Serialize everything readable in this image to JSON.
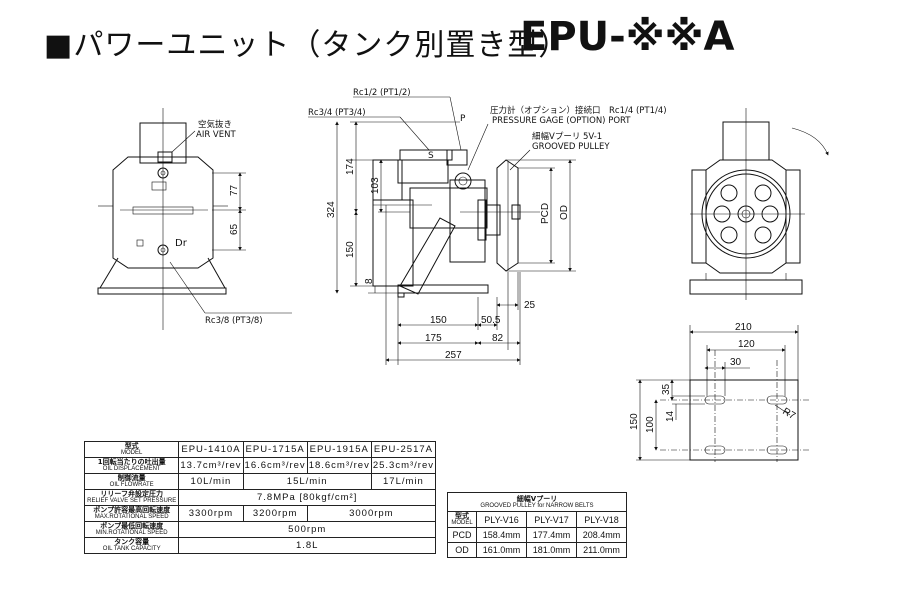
{
  "header": {
    "title": "■パワーユニット（タンク別置き型）",
    "model": "EPU-※※A"
  },
  "front_view": {
    "air_vent_jp": "空気抜き",
    "air_vent_en": "AIR VENT",
    "dr_label": "Dr",
    "drain_port": "Rc3/8 (PT3/8)",
    "dim_77": "77",
    "dim_65": "65"
  },
  "side_view": {
    "port_p": "Rc1/2 (PT1/2)",
    "port_s": "Rc3/4 (PT3/4)",
    "label_s": "S",
    "label_p": "P",
    "gauge_port_jp": "圧力計（オプション）接続口　Rc1/4 (PT1/4)",
    "gauge_port_en": "PRESSURE GAGE (OPTION) PORT",
    "pulley_jp": "細幅Vプーリ 5V-1",
    "pulley_en": "GROOVED PULLEY",
    "dim_174": "174",
    "dim_103": "103",
    "dim_324": "324",
    "dim_150v": "150",
    "dim_8": "8",
    "dim_pcd": "PCD",
    "dim_od": "OD",
    "dim_25": "25",
    "dim_150h": "150",
    "dim_50_5": "50.5",
    "dim_175": "175",
    "dim_82": "82",
    "dim_257": "257"
  },
  "base_view": {
    "dim_210": "210",
    "dim_120": "120",
    "dim_30": "30",
    "dim_35": "35",
    "dim_14": "14",
    "dim_100": "100",
    "dim_150": "150",
    "r7": "R7"
  },
  "spec_table": {
    "models_label_jp": "型式",
    "models_label_en": "MODEL",
    "models": [
      "EPU-1410A",
      "EPU-1715A",
      "EPU-1915A",
      "EPU-2517A"
    ],
    "rows": [
      {
        "jp": "1回転当たりの吐出量",
        "en": "OIL DISPLACEMENT",
        "values": [
          "13.7cm³/rev",
          "16.6cm³/rev",
          "18.6cm³/rev",
          "25.3cm³/rev"
        ]
      },
      {
        "jp": "制御流量",
        "en": "OIL FLOWRATE",
        "values": [
          "10L/min",
          "15L/min",
          "17L/min"
        ]
      },
      {
        "jp": "リリーフ弁設定圧力",
        "en": "RELIEF VALVE SET PRESSURE",
        "values": [
          "7.8MPa [80kgf/cm²]"
        ]
      },
      {
        "jp": "ポンプ許容最高回転速度",
        "en": "MAX.ROTATIONAL SPEED",
        "values": [
          "3300rpm",
          "3200rpm",
          "3000rpm"
        ]
      },
      {
        "jp": "ポンプ最低回転速度",
        "en": "MIN.ROTATIONAL SPEED",
        "values": [
          "500rpm"
        ]
      },
      {
        "jp": "タンク容量",
        "en": "OIL TANK CAPACITY",
        "values": [
          "1.8L"
        ]
      }
    ]
  },
  "pulley_table": {
    "title_jp": "細幅Vプーリ",
    "title_en": "GROOVED PULLEY for NARROW BELTS",
    "model_jp": "型式",
    "model_en": "MODEL",
    "models": [
      "PLY-V16",
      "PLY-V17",
      "PLY-V18"
    ],
    "rows": [
      {
        "label": "PCD",
        "values": [
          "158.4mm",
          "177.4mm",
          "208.4mm"
        ]
      },
      {
        "label": "OD",
        "values": [
          "161.0mm",
          "181.0mm",
          "211.0mm"
        ]
      }
    ]
  }
}
